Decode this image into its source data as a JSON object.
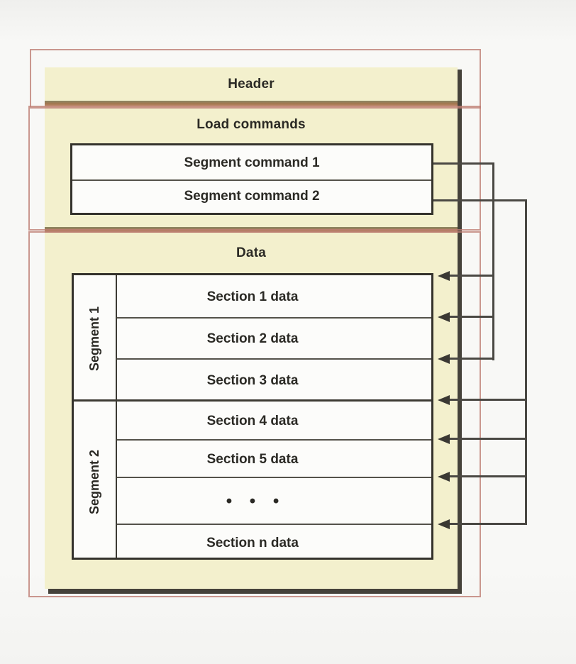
{
  "diagram": {
    "title_semantic": "Mach-O file format layout",
    "header": {
      "label": "Header"
    },
    "load_commands": {
      "title": "Load commands",
      "commands": [
        {
          "label": "Segment command 1"
        },
        {
          "label": "Segment command 2"
        }
      ]
    },
    "data": {
      "title": "Data",
      "segments": [
        {
          "label": "Segment 1",
          "sections": [
            "Section 1 data",
            "Section 2 data",
            "Section 3 data"
          ]
        },
        {
          "label": "Segment 2",
          "sections": [
            "Section 4 data",
            "Section 5 data",
            "• • •",
            "Section n data"
          ]
        }
      ]
    },
    "colors": {
      "file_box_fill": "#f3f0cd",
      "annotation_red": "#be7e74",
      "divider_brown": "#a5764f",
      "shadow": "#45423a",
      "line": "#4a4843",
      "text": "#2b2a25",
      "inner_box_fill": "#fcfcfa"
    }
  }
}
